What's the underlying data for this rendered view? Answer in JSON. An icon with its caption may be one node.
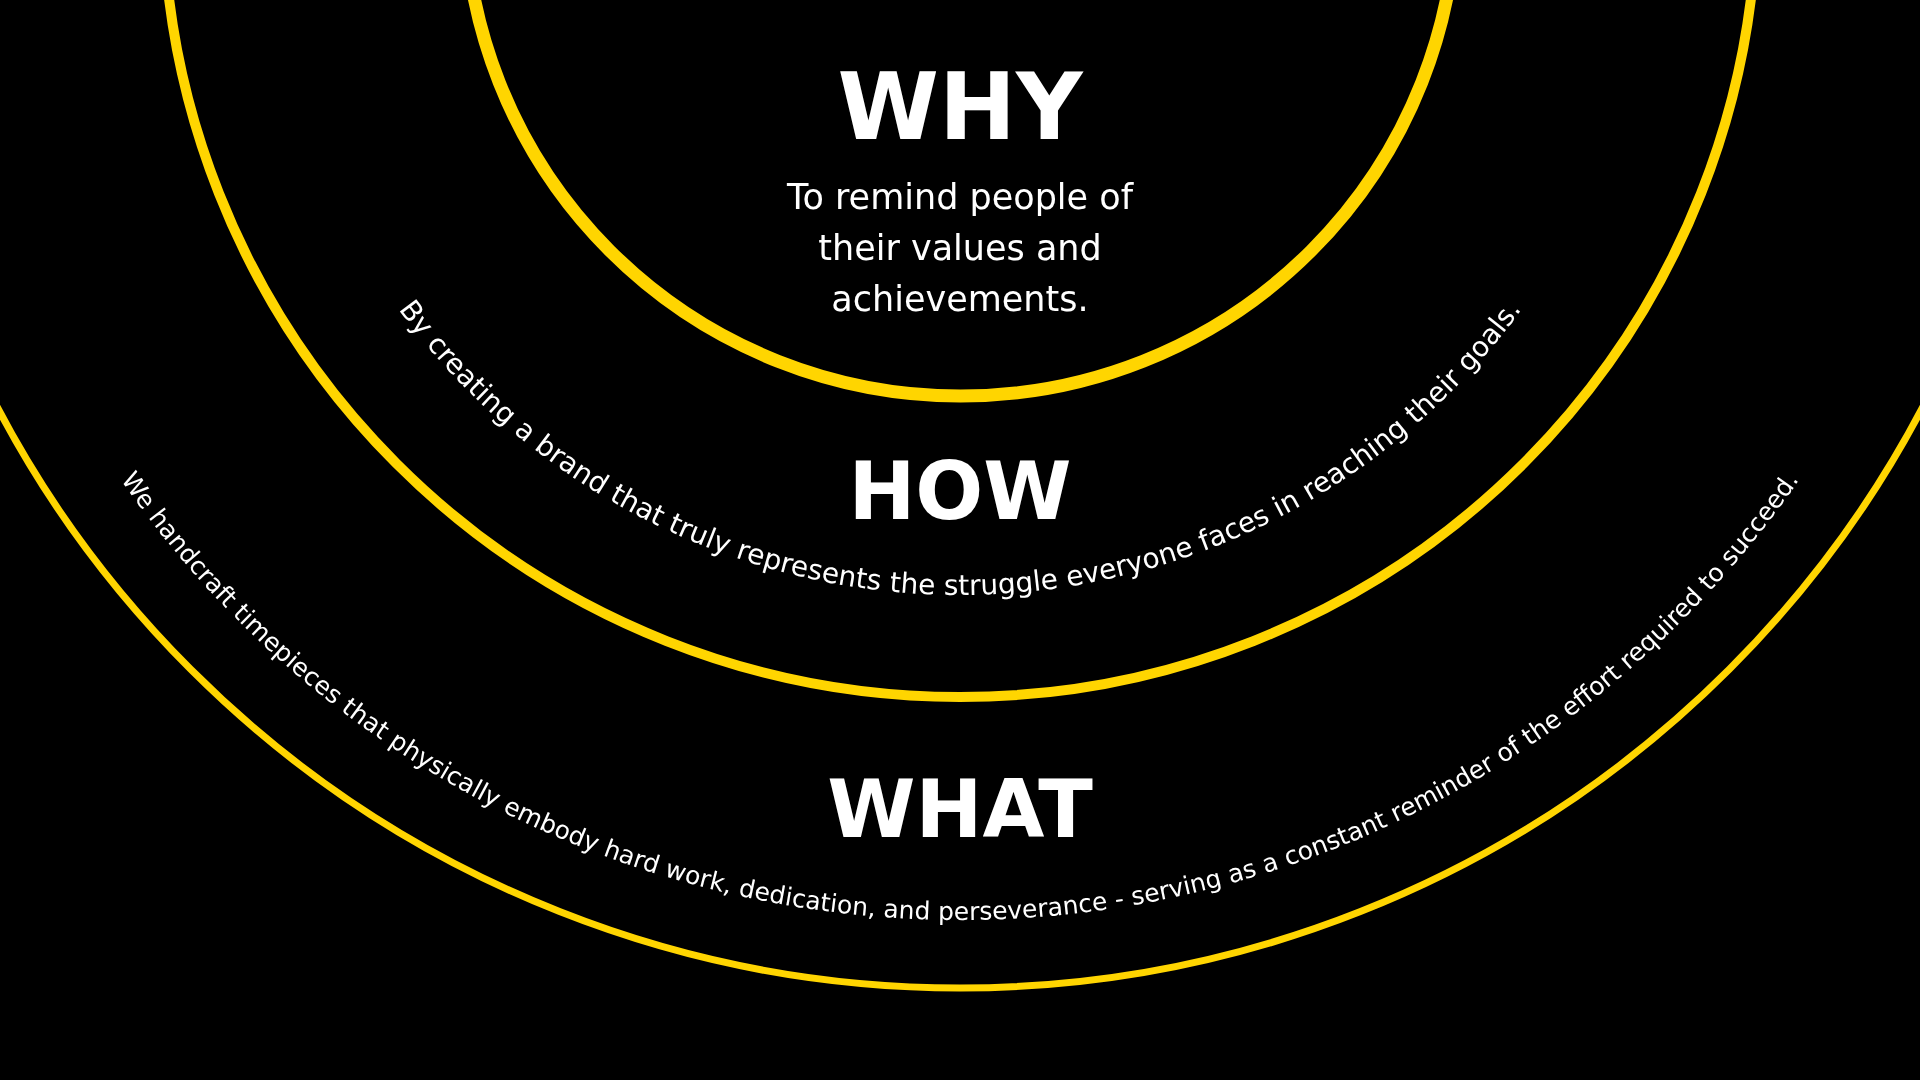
{
  "diagram": {
    "nodes": [
      {
        "text": [
          "WHAT",
          "We handcraft timepieces that physically embody hard work, dedication, and perseverance - serving as a constant reminder of the effort required to succeed."
        ]
      },
      {
        "text": [
          "HOW",
          "By creating a brand that truly represents the struggle everyone faces in reaching their goals."
        ],
        "in": 0
      },
      {
        "text": [
          "WHY",
          "To remind people of their values and achievements."
        ],
        "in": 1
      }
    ]
  }
}
